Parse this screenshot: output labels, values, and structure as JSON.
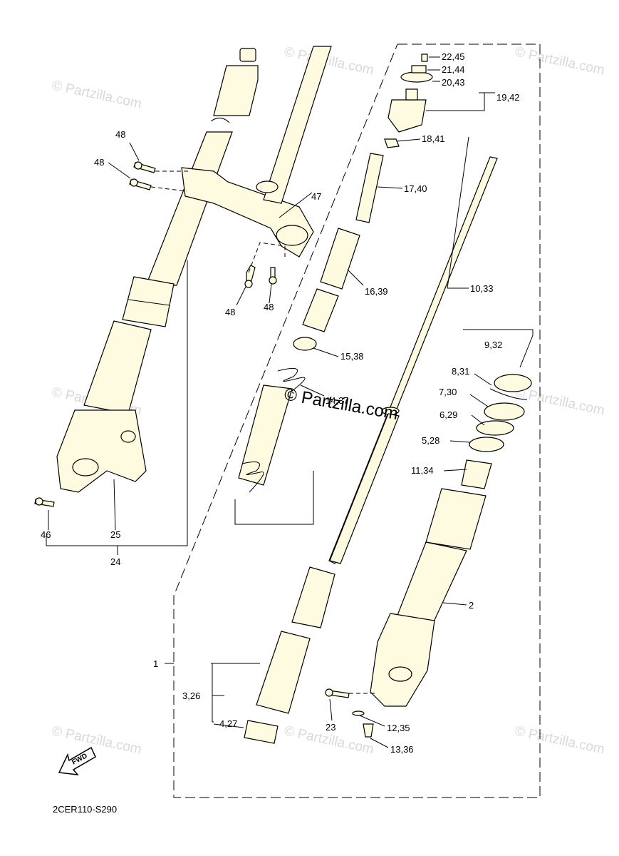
{
  "diagram_code": "2CER110-S290",
  "fwd_label": "FWD",
  "watermarks": [
    "© Partzilla.com",
    "© Partzilla.com",
    "© Partzilla.com",
    "© Partzilla.com",
    "© Partzilla.com",
    "© Partzilla.com",
    "© Partzilla.com",
    "© Partzilla.com"
  ],
  "center_watermark": "© Partzilla.com",
  "callouts": {
    "c22_45": "22,45",
    "c21_44": "21,44",
    "c20_43": "20,43",
    "c19_42": "19,42",
    "c18_41": "18,41",
    "c17_40": "17,40",
    "c16_39": "16,39",
    "c10_33": "10,33",
    "c15_38": "15,38",
    "c14_37": "14,37",
    "c9_32": "9,32",
    "c8_31": "8,31",
    "c7_30": "7,30",
    "c6_29": "6,29",
    "c5_28": "5,28",
    "c11_34": "11,34",
    "c2": "2",
    "c1": "1",
    "c3_26": "3,26",
    "c4_27": "4,27",
    "c23": "23",
    "c12_35": "12,35",
    "c13_36": "13,36",
    "c47": "47",
    "c48a": "48",
    "c48b": "48",
    "c48c": "48",
    "c48d": "48",
    "c46": "46",
    "c25": "25",
    "c24": "24"
  },
  "colors": {
    "part_fill": "#fffbe0",
    "line": "#000000",
    "watermark": "#d9d9d9"
  }
}
